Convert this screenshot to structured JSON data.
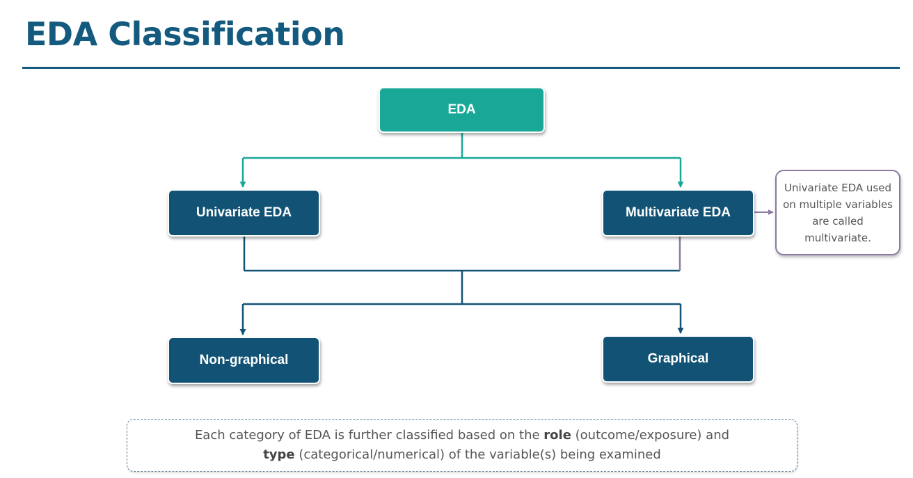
{
  "title": "EDA Classification",
  "colors": {
    "title": "#135a7e",
    "root_box": "#19a897",
    "box": "#125375",
    "teal_connector": "#19a897",
    "navy_connector": "#125375",
    "note_border": "#8b7aa0",
    "text_gray": "#555555"
  },
  "nodes": {
    "root": "EDA",
    "univariate": "Univariate EDA",
    "multivariate": "Multivariate EDA",
    "nongraphical": "Non-graphical",
    "graphical": "Graphical"
  },
  "note": {
    "text": "Univariate EDA used on multiple variables are called multivariate."
  },
  "footer": {
    "line1_pre": "Each category of EDA is further classified based on the ",
    "line1_bold": "role",
    "line1_post": " (outcome/exposure) and",
    "line2_bold": "type",
    "line2_post": " (categorical/numerical) of the variable(s) being examined"
  }
}
